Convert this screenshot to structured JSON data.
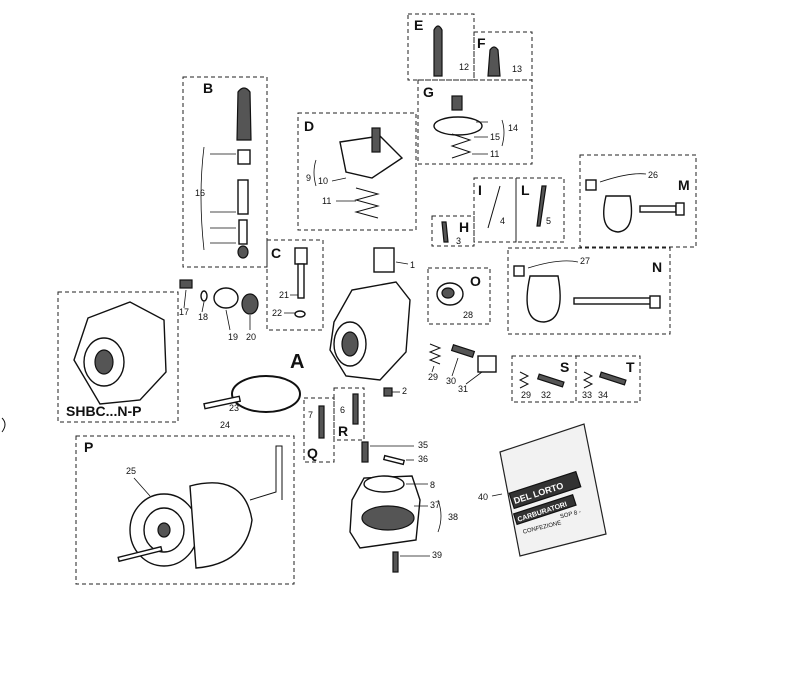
{
  "groups": {
    "A": "A",
    "B": "B",
    "C": "C",
    "D": "D",
    "E": "E",
    "F": "F",
    "G": "G",
    "H": "H",
    "I": "I",
    "L": "L",
    "M": "M",
    "N": "N",
    "O": "O",
    "P": "P",
    "Q": "Q",
    "R": "R",
    "S": "S",
    "T": "T"
  },
  "model_label": "SHBC...N-P",
  "bag": {
    "brand": "DEL LORTO",
    "sub": "CARBURATORI",
    "line1": "CONFEZIONE",
    "line2": "SOP 8 -"
  },
  "parts": {
    "p1": "1",
    "p2": "2",
    "p3": "3",
    "p4": "4",
    "p5": "5",
    "p6": "6",
    "p7": "7",
    "p8": "8",
    "p9": "9",
    "p10": "10",
    "p11a": "11",
    "p11b": "11",
    "p12": "12",
    "p13": "13",
    "p14": "14",
    "p15": "15",
    "p16": "16",
    "p17": "17",
    "p18": "18",
    "p19": "19",
    "p20": "20",
    "p21": "21",
    "p22": "22",
    "p23": "23",
    "p24": "24",
    "p25": "25",
    "p26": "26",
    "p27": "27",
    "p28": "28",
    "p29a": "29",
    "p29b": "29",
    "p30": "30",
    "p31": "31",
    "p32": "32",
    "p33": "33",
    "p34": "34",
    "p35": "35",
    "p36": "36",
    "p37": "37",
    "p38": "38",
    "p39": "39",
    "p40": "40"
  }
}
